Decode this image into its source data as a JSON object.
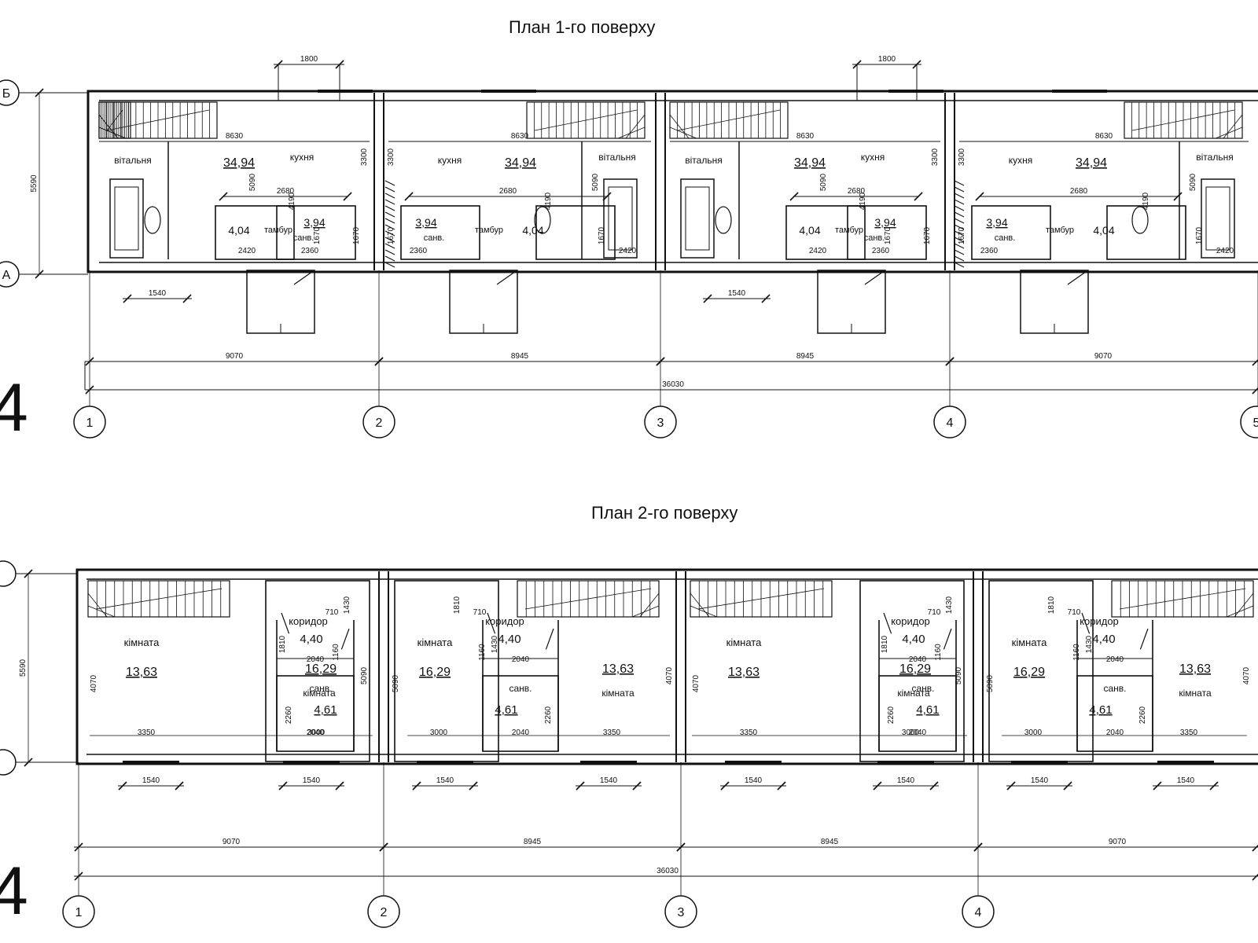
{
  "plans": [
    {
      "title": "План 1-го поверху",
      "axis_rows": [
        "Б",
        "А"
      ],
      "axis_cols": [
        "1",
        "2",
        "3",
        "4",
        "5"
      ],
      "overall_height": "5590",
      "bay_widths": [
        "9070",
        "8945",
        "8945",
        "9070"
      ],
      "total_width": "36030",
      "stair_width": "1800",
      "window_width": "1540",
      "units": [
        {
          "rooms": [
            "вітальня",
            "кухня",
            "тамбур",
            "санв."
          ],
          "areas": [
            "34,94",
            "4,04",
            "3,94"
          ],
          "dims": [
            "8630",
            "3300",
            "5090",
            "4190",
            "2680",
            "1670",
            "2420",
            "2360",
            "1670"
          ]
        },
        {
          "rooms": [
            "кухня",
            "вітальня",
            "тамбур",
            "санв."
          ],
          "areas": [
            "34,94",
            "4,04",
            "3,94"
          ],
          "dims": [
            "8630",
            "3300",
            "5090",
            "4190",
            "2680",
            "1670",
            "2420",
            "2360",
            "1670"
          ]
        },
        {
          "rooms": [
            "вітальня",
            "кухня",
            "тамбур",
            "санв."
          ],
          "areas": [
            "34,94",
            "4,04",
            "3,94"
          ],
          "dims": [
            "8630",
            "3300",
            "5090",
            "4190",
            "2680",
            "1670",
            "2420",
            "2360",
            "1670"
          ]
        },
        {
          "rooms": [
            "кухня",
            "вітальня",
            "тамбур",
            "санв."
          ],
          "areas": [
            "34,94",
            "4,04",
            "3,94"
          ],
          "dims": [
            "8630",
            "3300",
            "5090",
            "4190",
            "2680",
            "1670",
            "2420",
            "2360",
            "1670"
          ]
        }
      ]
    },
    {
      "title": "План 2-го поверху",
      "axis_rows": [
        "",
        ""
      ],
      "axis_cols": [
        "1",
        "2",
        "3",
        "4"
      ],
      "overall_height": "5590",
      "bay_widths": [
        "9070",
        "8945",
        "8945",
        "9070"
      ],
      "total_width": "36030",
      "window_width": "1540",
      "units": [
        {
          "rooms": [
            "кімната",
            "коридор",
            "кімната",
            "санв."
          ],
          "areas": [
            "13,63",
            "4,40",
            "16,29",
            "4,61"
          ],
          "dims": [
            "4070",
            "1810",
            "710",
            "1430",
            "1160",
            "2040",
            "5090",
            "2260",
            "3350",
            "2040",
            "3000"
          ]
        },
        {
          "rooms": [
            "кімната",
            "коридор",
            "кімната",
            "санв."
          ],
          "areas": [
            "16,29",
            "4,40",
            "13,63",
            "4,61"
          ],
          "dims": [
            "5090",
            "1430",
            "710",
            "1810",
            "1160",
            "2040",
            "4070",
            "2260",
            "3000",
            "2040",
            "3350"
          ]
        },
        {
          "rooms": [
            "кімната",
            "коридор",
            "кімната",
            "санв."
          ],
          "areas": [
            "13,63",
            "4,40",
            "16,29",
            "4,61"
          ],
          "dims": [
            "4070",
            "1810",
            "710",
            "1430",
            "1160",
            "2040",
            "5090",
            "2260",
            "3350",
            "2040",
            "3000"
          ]
        },
        {
          "rooms": [
            "кімната",
            "коридор",
            "кімната",
            "санв."
          ],
          "areas": [
            "16,29",
            "4,40",
            "13,63",
            "4,61"
          ],
          "dims": [
            "5090",
            "1430",
            "710",
            "1810",
            "1160",
            "2040",
            "4070",
            "2260",
            "3000",
            "2040",
            "3350"
          ]
        }
      ]
    }
  ],
  "margin_glyph": "4"
}
